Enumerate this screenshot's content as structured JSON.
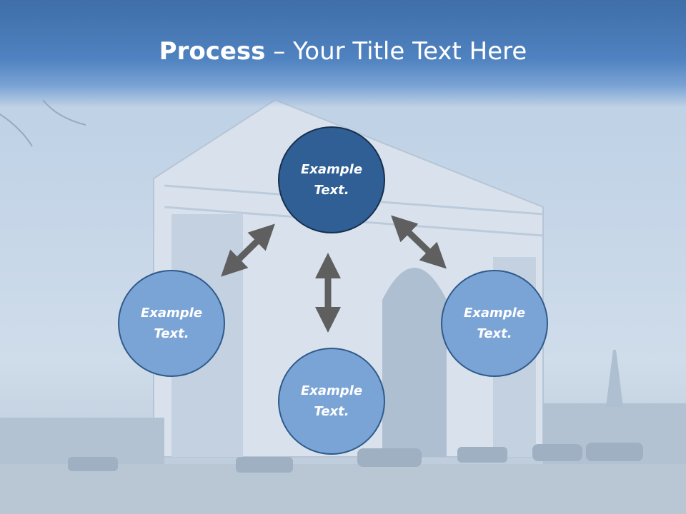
{
  "slide": {
    "title_bold": "Process",
    "title_separator": "–",
    "title_rest": "Your Title Text Here"
  },
  "nodes": {
    "top": {
      "line1": "Example",
      "line2": "Text."
    },
    "left": {
      "line1": "Example",
      "line2": "Text."
    },
    "right": {
      "line1": "Example",
      "line2": "Text."
    },
    "bottom": {
      "line1": "Example",
      "line2": "Text."
    }
  },
  "colors": {
    "title_bar": "#4f82c0",
    "node_light": "#7ba4d6",
    "node_dark": "#2f5f95",
    "arrow": "#5f5f5f"
  }
}
